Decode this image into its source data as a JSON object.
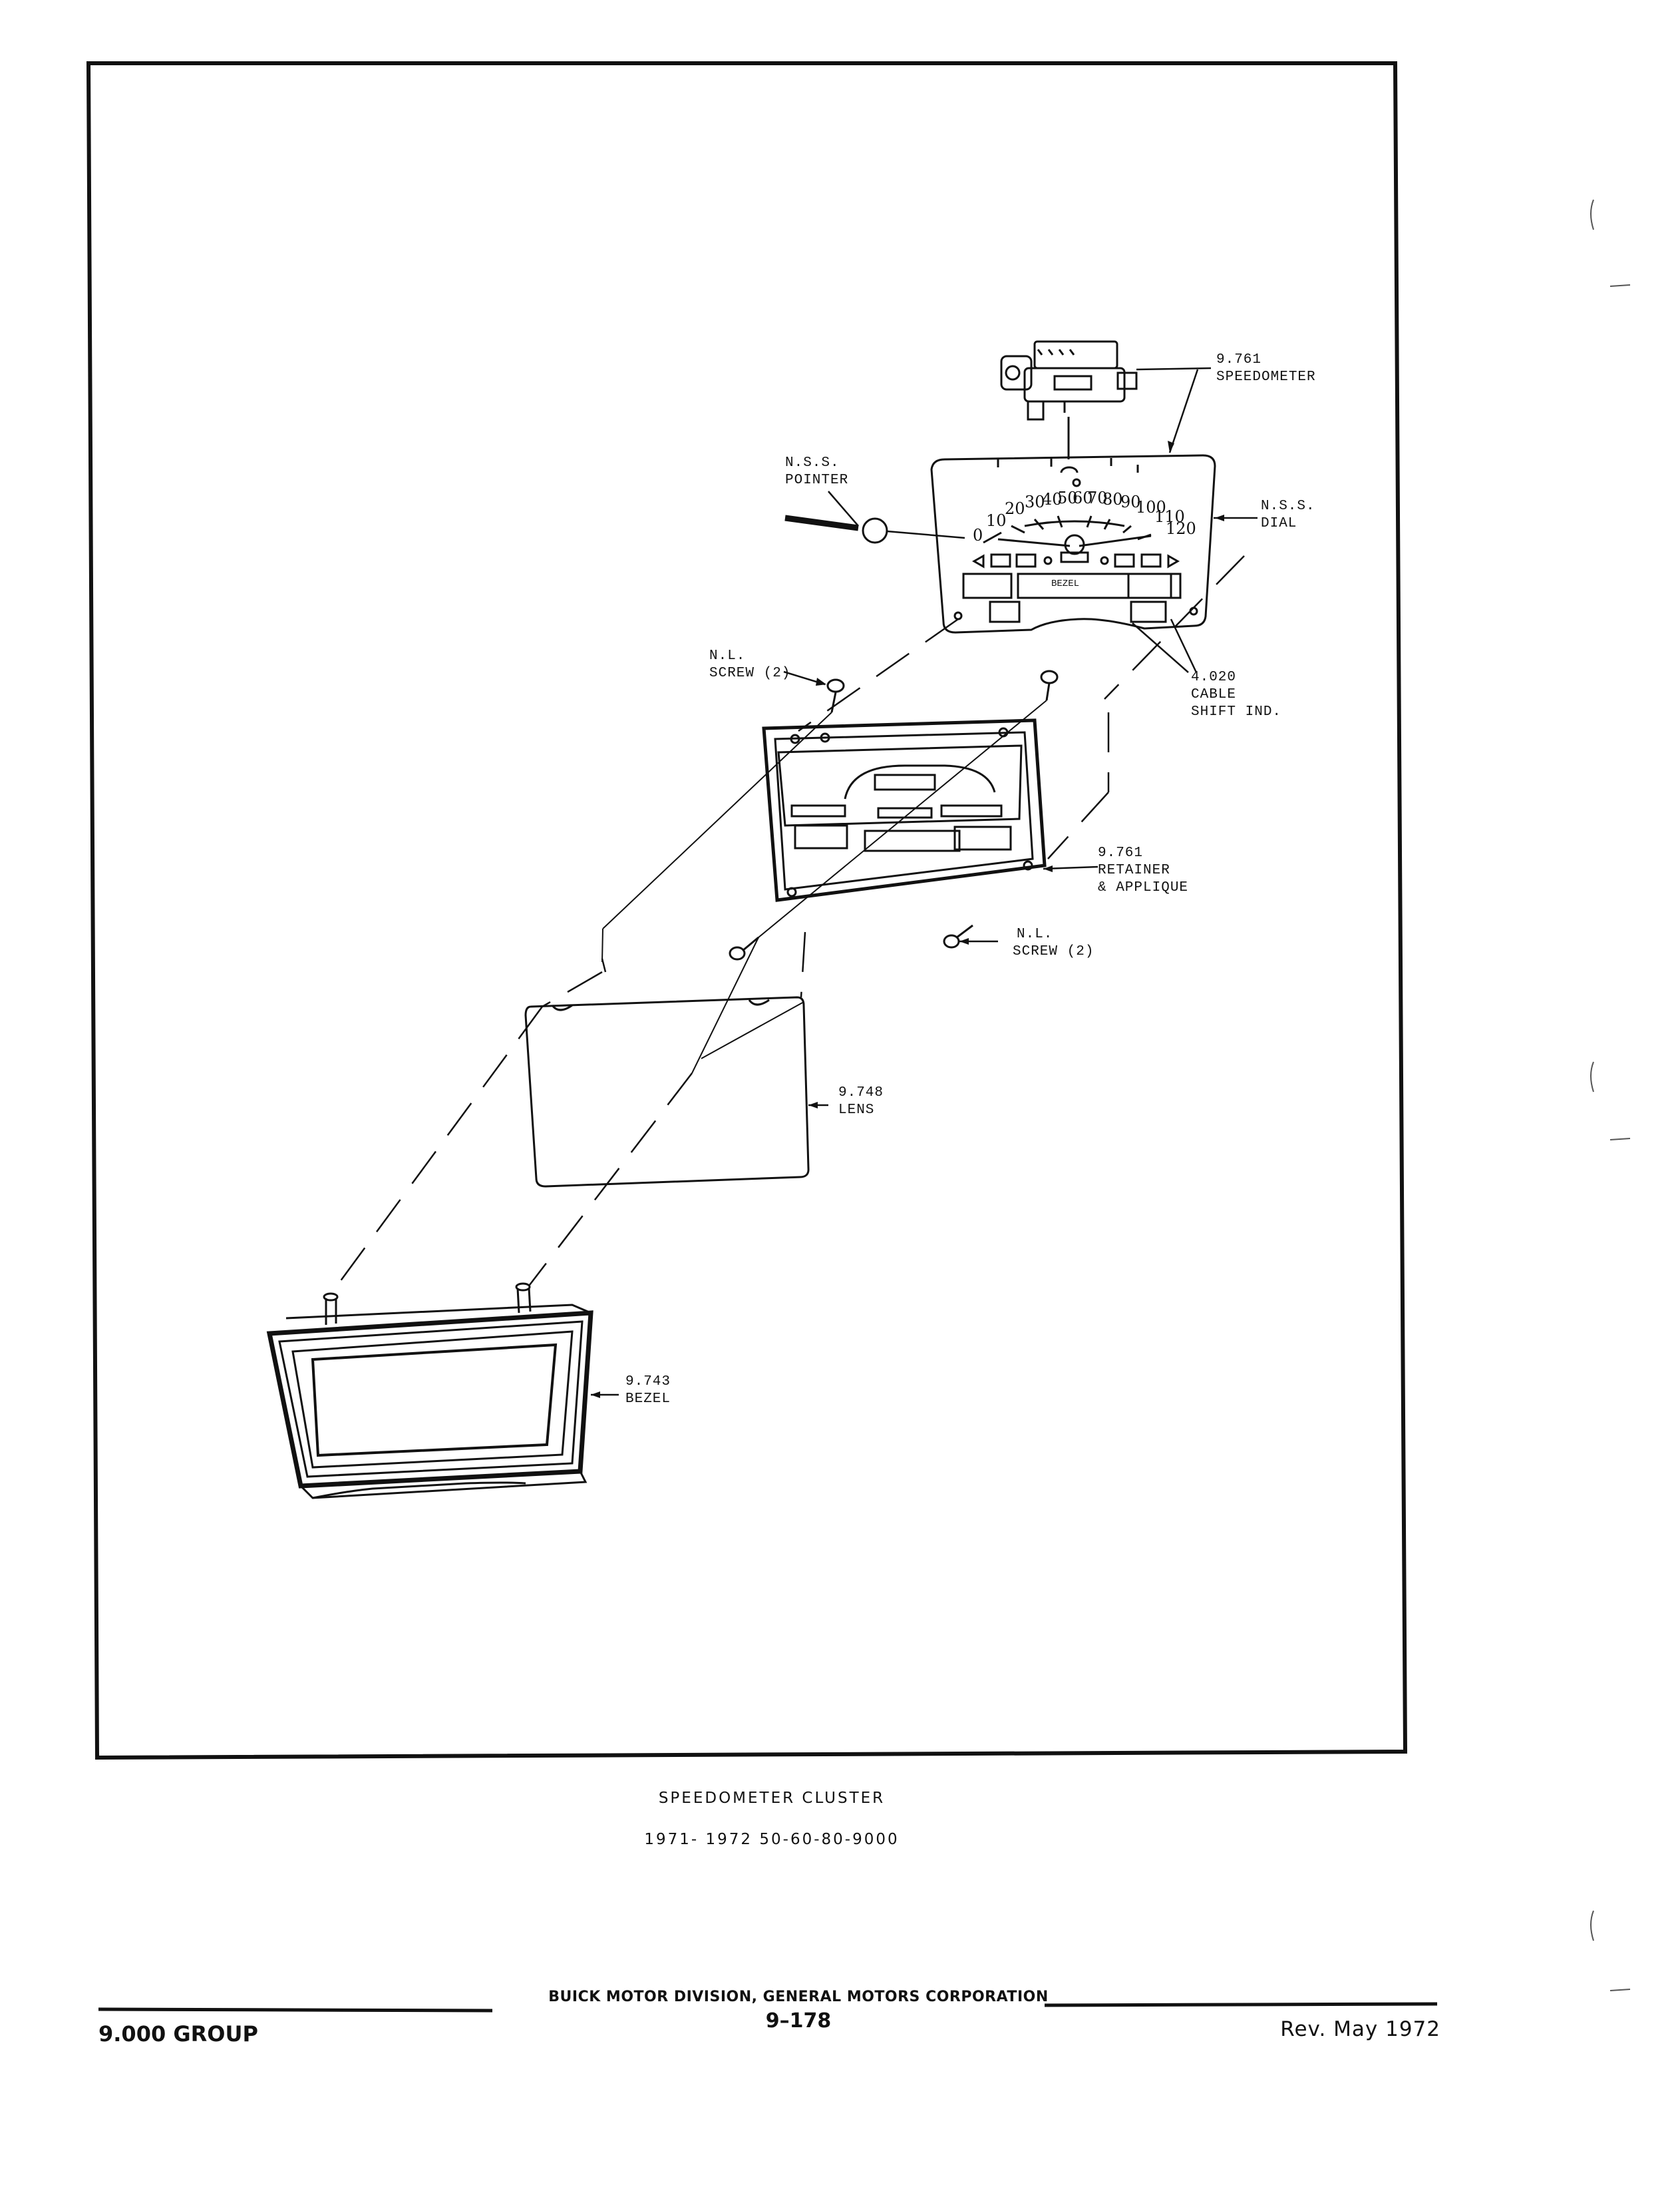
{
  "diagram": {
    "callouts": {
      "speedometer": {
        "code": "9.761",
        "name": "SPEEDOMETER"
      },
      "pointer": {
        "code": "N.S.S.",
        "name": "POINTER"
      },
      "dial": {
        "code": "N.S.S.",
        "name": "DIAL"
      },
      "screw_upper": {
        "code": "N.L.",
        "name": "SCREW (2)"
      },
      "cable": {
        "code": "4.020",
        "line1": "CABLE",
        "line2": "SHIFT IND."
      },
      "retainer": {
        "code": "9.761",
        "line1": "RETAINER",
        "line2": "& APPLIQUE"
      },
      "screw_lower": {
        "code": "N.L.",
        "name": "SCREW (2)"
      },
      "lens": {
        "code": "9.748",
        "name": "LENS"
      },
      "bezel": {
        "code": "9.743",
        "name": "BEZEL"
      }
    },
    "dial_face": {
      "ticks": [
        "0",
        "10",
        "20",
        "30",
        "40",
        "50",
        "60",
        "70",
        "80",
        "90",
        "100",
        "110",
        "120"
      ],
      "bottom_text": "BEZEL"
    }
  },
  "caption": {
    "title": "SPEEDOMETER CLUSTER",
    "subtitle": "1971- 1972 50-60-80-9000"
  },
  "footer": {
    "group": "9.000 GROUP",
    "corporation": "BUICK MOTOR DIVISION, GENERAL MOTORS CORPORATION",
    "page": "9–178",
    "revision": "Rev. May 1972"
  }
}
